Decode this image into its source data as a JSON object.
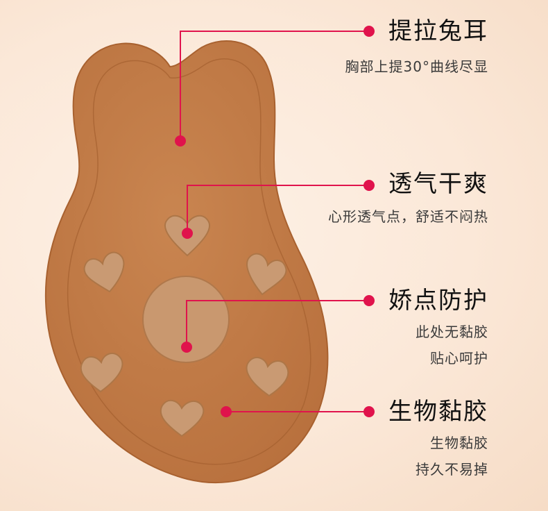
{
  "callouts": [
    {
      "title": "提拉兔耳",
      "lines": [
        "胸部上提30°曲线尽显"
      ]
    },
    {
      "title": "透气干爽",
      "lines": [
        "心形透气点，舒适不闷热"
      ]
    },
    {
      "title": "娇点防护",
      "lines": [
        "此处无黏胶",
        "贴心呵护"
      ]
    },
    {
      "title": "生物黏胶",
      "lines": [
        "生物黏胶",
        "持久不易掉"
      ]
    }
  ],
  "colors": {
    "accent": "#e0134c",
    "pad": "#c47a45",
    "pad_inner": "#bb6f3c",
    "vent": "#c99a73"
  }
}
